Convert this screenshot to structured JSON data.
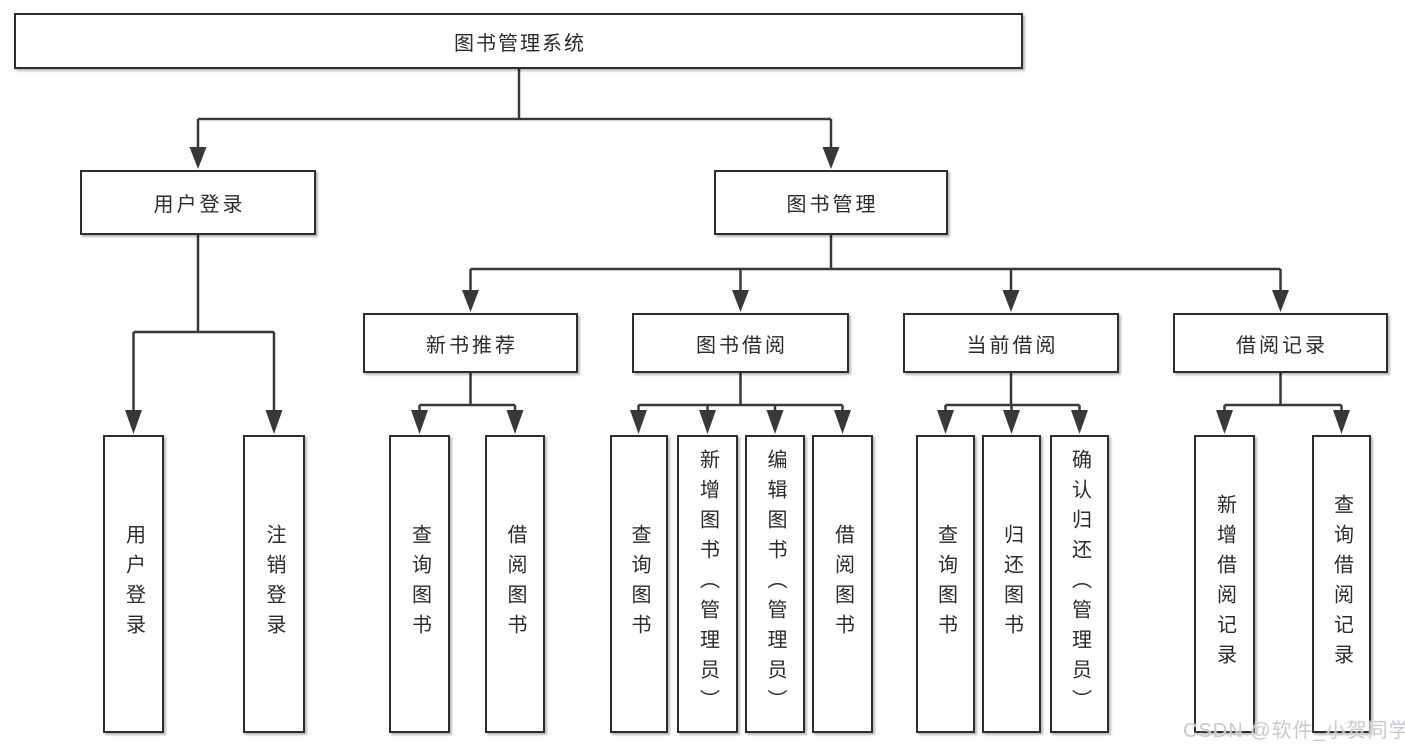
{
  "diagram": {
    "nodes": {
      "root": "图书管理系统",
      "level2": {
        "user_login": "用户登录",
        "book_management": "图书管理"
      },
      "level3": {
        "new_book_recommend": "新书推荐",
        "book_borrowing": "图书借阅",
        "current_borrowing": "当前借阅",
        "borrowing_records": "借阅记录"
      },
      "leaves": [
        "用户登录",
        "注销登录",
        "查询图书",
        "借阅图书",
        "查询图书",
        "新增图书（管理员）",
        "编辑图书（管理员）",
        "借阅图书",
        "查询图书",
        "归还图书",
        "确认归还（管理员）",
        "新增借阅记录",
        "查询借阅记录"
      ]
    },
    "watermark": "CSDN @软件_小贺同学",
    "colors": {
      "line": "#383838",
      "box_border": "#2d2d2d",
      "box_fill": "#ffffff",
      "text": "#2b2b2b",
      "watermark": "#c6c9ce",
      "background": "#ffffff"
    }
  }
}
